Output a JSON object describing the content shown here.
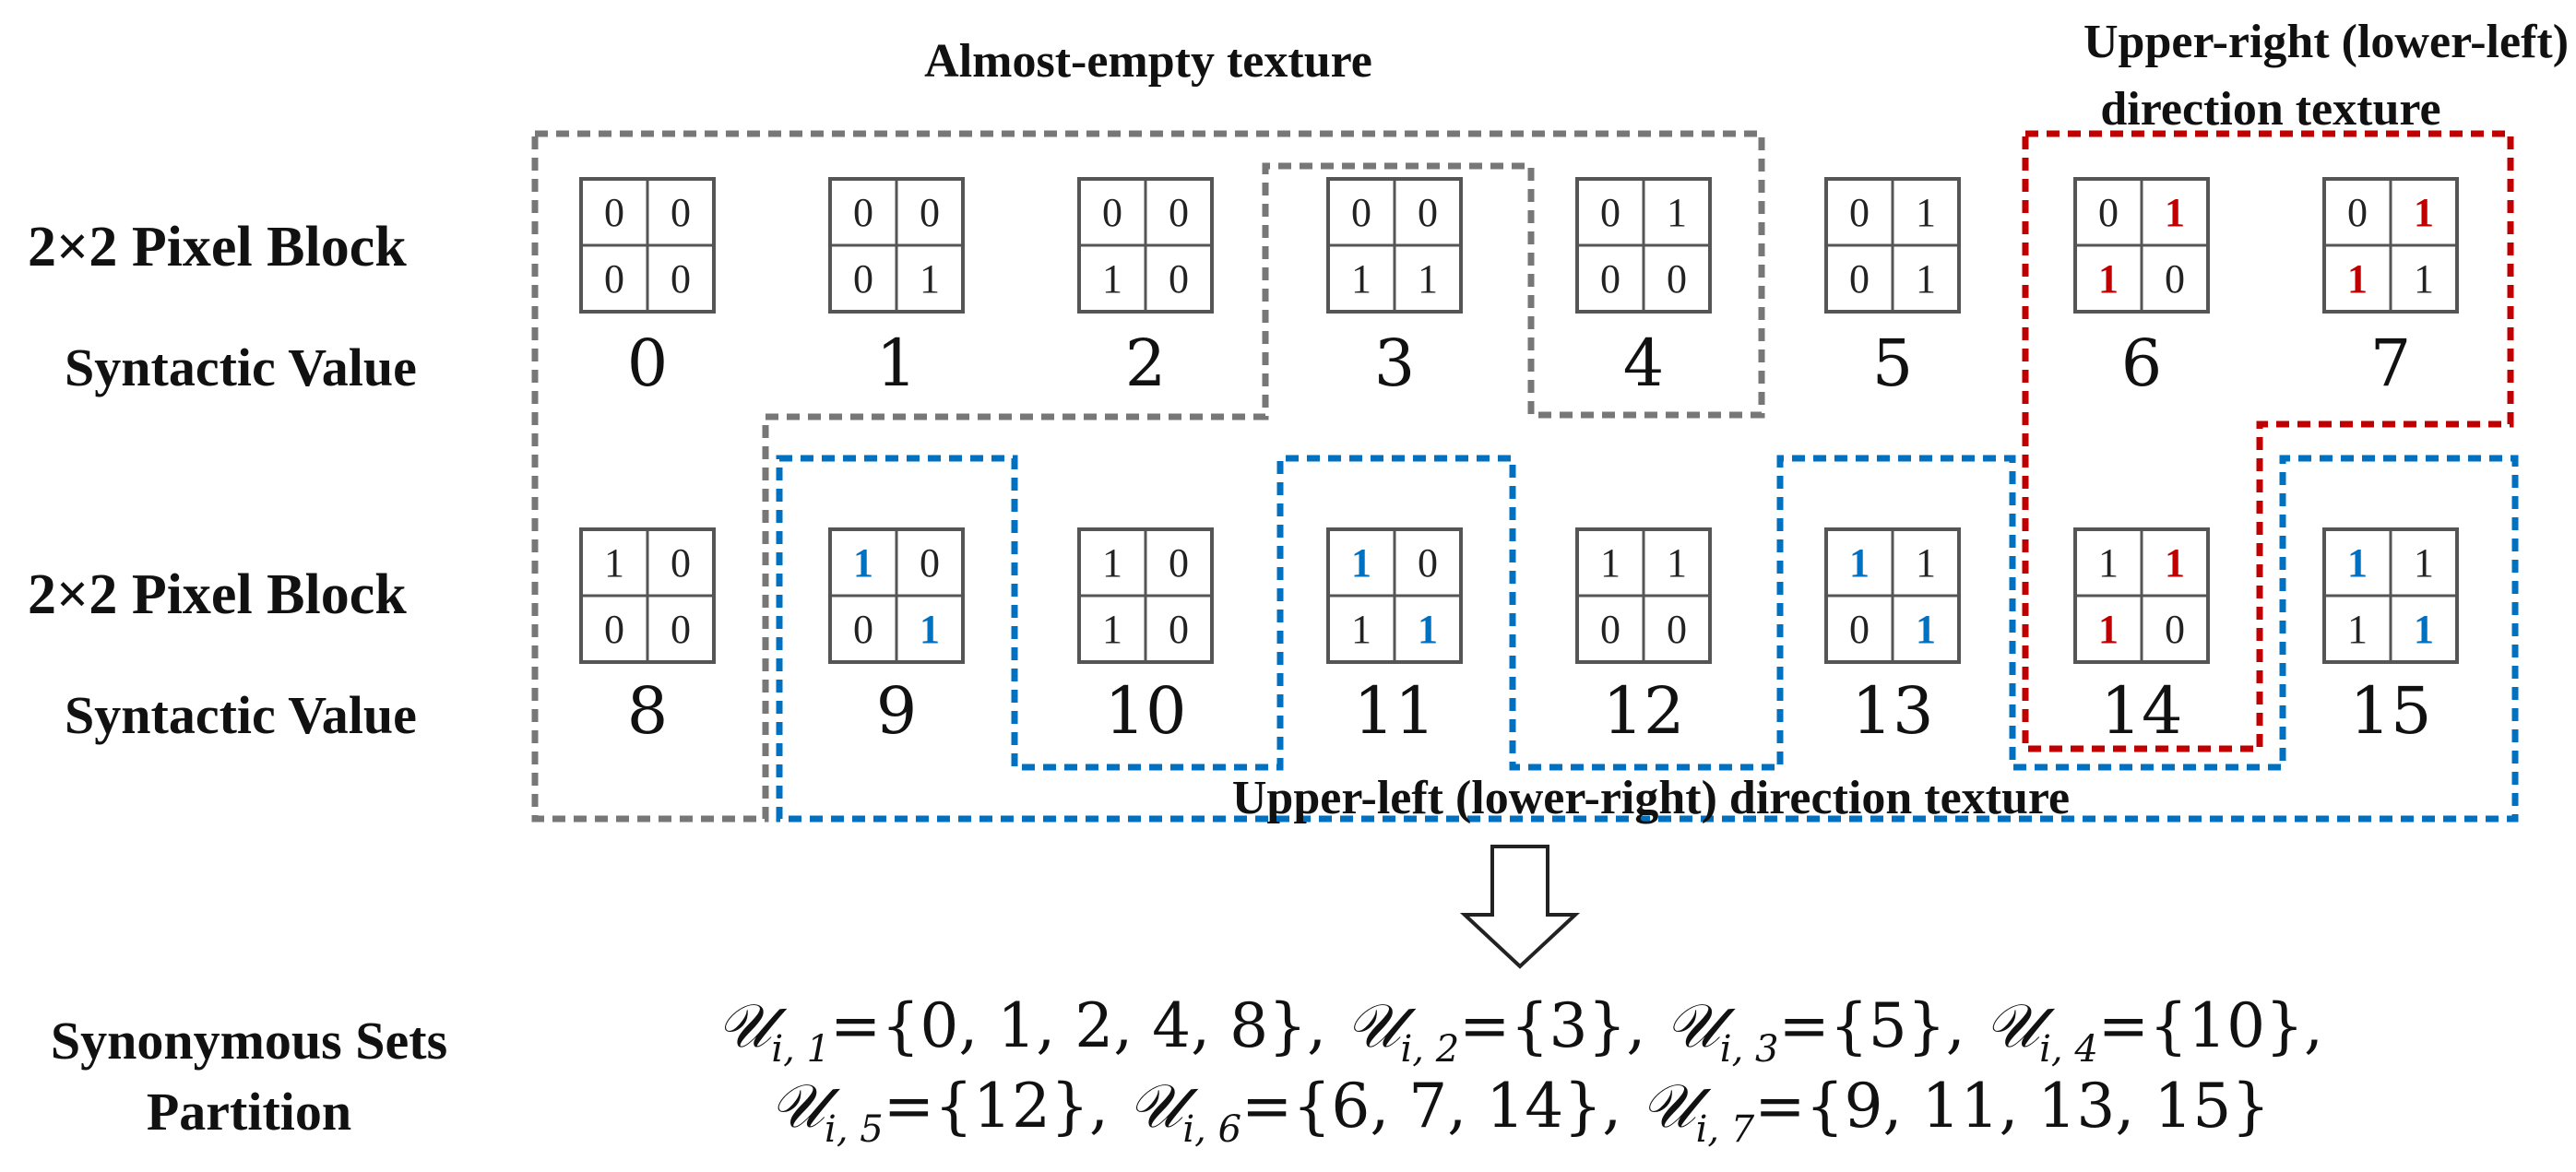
{
  "labels": {
    "row1_block": "2×2  Pixel Block",
    "row1_value": "Syntactic Value",
    "row2_block": "2×2  Pixel Block",
    "row2_value": "Syntactic Value",
    "group_almost_empty": "Almost-empty texture",
    "group_upper_right_line1": "Upper-right (lower-left)",
    "group_upper_right_line2": "direction texture",
    "group_upper_left": "Upper-left (lower-right) direction texture",
    "partition_line1": "Synonymous Sets",
    "partition_line2": "Partition"
  },
  "colors": {
    "gray": "#777777",
    "red": "#c00000",
    "blue": "#0070c0",
    "text": "#111111",
    "grid": "#555555"
  },
  "blocks": [
    {
      "value": "0",
      "cells": [
        "0",
        "0",
        "0",
        "0"
      ],
      "accent": "none"
    },
    {
      "value": "1",
      "cells": [
        "0",
        "0",
        "0",
        "1"
      ],
      "accent": "none"
    },
    {
      "value": "2",
      "cells": [
        "0",
        "0",
        "1",
        "0"
      ],
      "accent": "none"
    },
    {
      "value": "3",
      "cells": [
        "0",
        "0",
        "1",
        "1"
      ],
      "accent": "none"
    },
    {
      "value": "4",
      "cells": [
        "0",
        "1",
        "0",
        "0"
      ],
      "accent": "none"
    },
    {
      "value": "5",
      "cells": [
        "0",
        "1",
        "0",
        "1"
      ],
      "accent": "none"
    },
    {
      "value": "6",
      "cells": [
        "0",
        "1",
        "1",
        "0"
      ],
      "accent": "red"
    },
    {
      "value": "7",
      "cells": [
        "0",
        "1",
        "1",
        "1"
      ],
      "accent": "red"
    },
    {
      "value": "8",
      "cells": [
        "1",
        "0",
        "0",
        "0"
      ],
      "accent": "none"
    },
    {
      "value": "9",
      "cells": [
        "1",
        "0",
        "0",
        "1"
      ],
      "accent": "blue"
    },
    {
      "value": "10",
      "cells": [
        "1",
        "0",
        "1",
        "0"
      ],
      "accent": "none"
    },
    {
      "value": "11",
      "cells": [
        "1",
        "0",
        "1",
        "1"
      ],
      "accent": "blue"
    },
    {
      "value": "12",
      "cells": [
        "1",
        "1",
        "0",
        "0"
      ],
      "accent": "none"
    },
    {
      "value": "13",
      "cells": [
        "1",
        "1",
        "0",
        "1"
      ],
      "accent": "blue"
    },
    {
      "value": "14",
      "cells": [
        "1",
        "1",
        "1",
        "0"
      ],
      "accent": "red"
    },
    {
      "value": "15",
      "cells": [
        "1",
        "1",
        "1",
        "1"
      ],
      "accent": "blue"
    }
  ],
  "sets": {
    "symbol": "𝒰",
    "line1": [
      {
        "sub": "i, 1",
        "members": "={0, 1, 2, 4, 8},"
      },
      {
        "sub": "i, 2",
        "members": "={3},"
      },
      {
        "sub": "i, 3",
        "members": "={5},"
      },
      {
        "sub": "i, 4",
        "members": "={10},"
      }
    ],
    "line2": [
      {
        "sub": "i, 5",
        "members": "={12},"
      },
      {
        "sub": "i, 6",
        "members": "={6, 7, 14},"
      },
      {
        "sub": "i, 7",
        "members": "={9, 11, 13, 15}"
      }
    ]
  }
}
